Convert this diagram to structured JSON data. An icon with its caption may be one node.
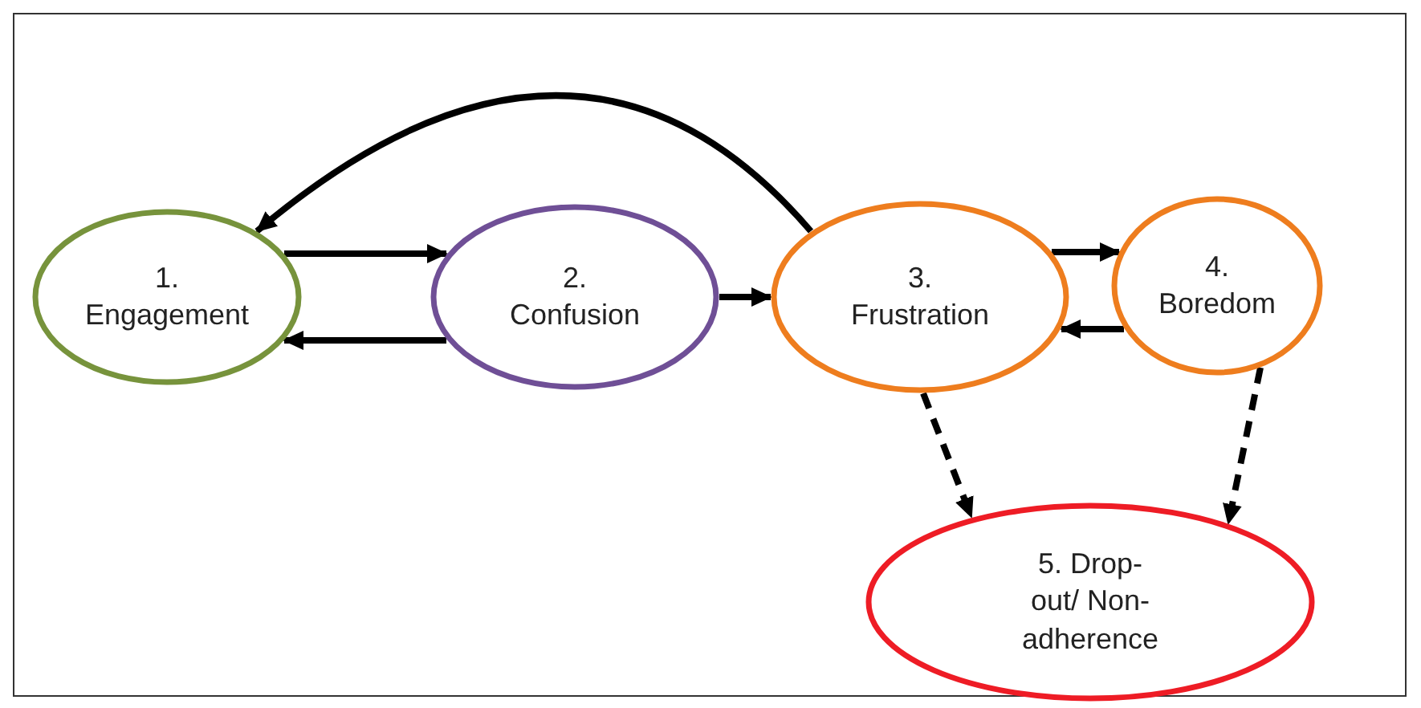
{
  "diagram": {
    "nodes": [
      {
        "text": [
          "1. Engagement"
        ]
      },
      {
        "text": [
          "2. Confusion"
        ]
      },
      {
        "text": [
          "3. Frustration"
        ]
      },
      {
        "text": [
          "4. Boredom"
        ]
      },
      {
        "text": [
          "5. Drop-out/ Non-adherence"
        ]
      }
    ],
    "edges": [
      {
        "from": 0,
        "to": 1,
        "arrow": "to"
      },
      {
        "from": 1,
        "to": 0,
        "arrow": "to"
      },
      {
        "from": 1,
        "to": 2,
        "arrow": "to"
      },
      {
        "from": 2,
        "to": 3,
        "arrow": "to"
      },
      {
        "from": 3,
        "to": 2,
        "arrow": "to"
      },
      {
        "from": 2,
        "to": 0,
        "arrow": "to"
      },
      {
        "from": 2,
        "to": 4,
        "arrow": "to",
        "style": "dashed"
      },
      {
        "from": 3,
        "to": 4,
        "arrow": "to",
        "style": "dashed"
      }
    ]
  }
}
